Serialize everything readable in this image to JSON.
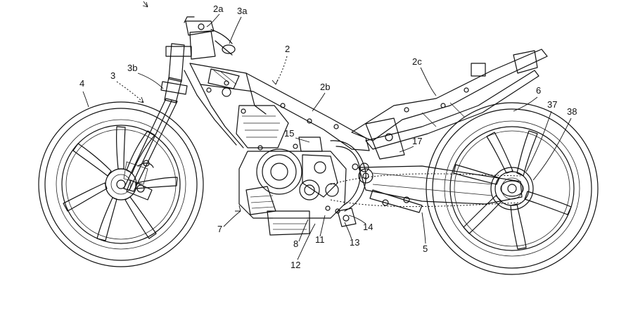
{
  "figure": {
    "labels": {
      "l2a": "2a",
      "l3a": "3a",
      "l2": "2",
      "l2b": "2b",
      "l2c": "2c",
      "l3": "3",
      "l3b": "3b",
      "l4": "4",
      "l6": "6",
      "l37": "37",
      "l38": "38",
      "l15": "15",
      "l17": "17",
      "l7": "7",
      "l8": "8",
      "l11": "11",
      "l12": "12",
      "l13": "13",
      "l14": "14",
      "l5": "5"
    }
  }
}
